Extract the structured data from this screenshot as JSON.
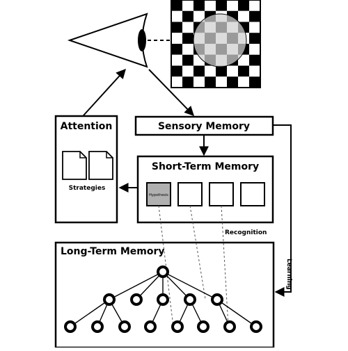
{
  "diagram": {
    "attention_title": "Attention",
    "strategies_label": "Strategies",
    "sensory_memory_title": "Sensory Memory",
    "short_term_memory_title": "Short-Term Memory",
    "hypothesis_label": "Hypothesis",
    "recognition_label": "Recognition",
    "long_term_memory_title": "Long-Term Memory",
    "learning_label": "Learning"
  }
}
